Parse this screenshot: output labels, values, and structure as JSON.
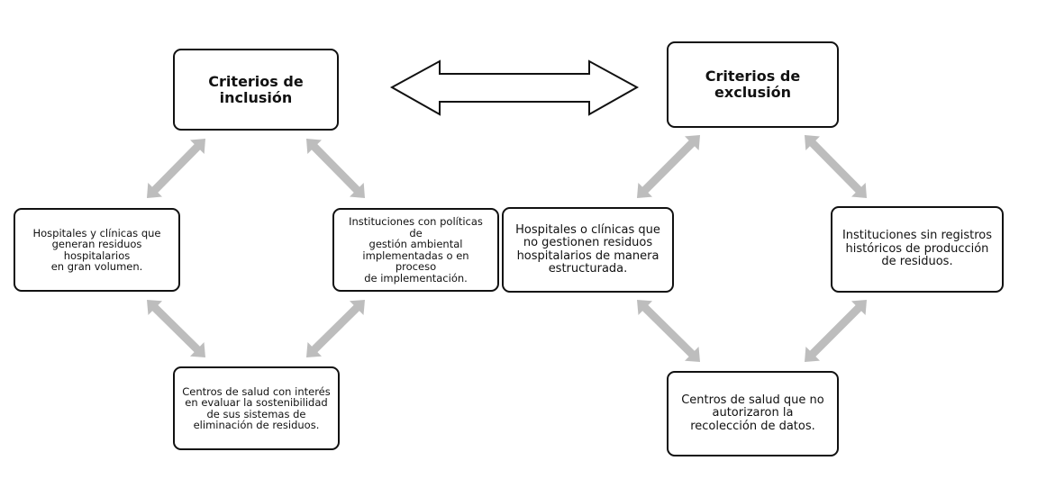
{
  "inclusion": {
    "title": "Criterios de\ninclusión",
    "items": [
      "Hospitales y clínicas que\ngeneran residuos hospitalarios\nen gran volumen.",
      "Instituciones  con políticas de\ngestión ambiental\nimplementadas o en proceso\nde implementación.",
      "Centros de salud con interés\nen evaluar la sostenibilidad\nde sus sistemas de\neliminación de residuos."
    ]
  },
  "exclusion": {
    "title": "Criterios de\nexclusión",
    "items": [
      "Hospitales o clínicas que\nno gestionen residuos\nhospitalarios de manera\nestructurada.",
      "Instituciones sin registros\nhistóricos de producción\nde residuos.",
      "Centros de salud que no\nautorizaron la\nrecolección de datos."
    ]
  },
  "colors": {
    "connector": "#bdbdbd",
    "border": "#111111"
  }
}
